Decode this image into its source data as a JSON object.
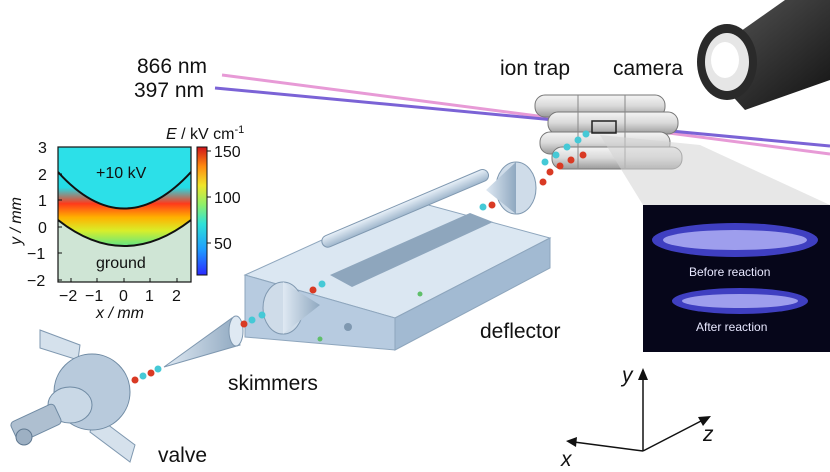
{
  "labels": {
    "laser_866": "866 nm",
    "laser_397": "397 nm",
    "ion_trap": "ion trap",
    "camera": "camera",
    "deflector": "deflector",
    "skimmers": "skimmers",
    "valve": "valve",
    "before_reaction": "Before reaction",
    "after_reaction": "After reaction"
  },
  "inset": {
    "colorbar_title": "E / kV cm",
    "colorbar_title_sup": "-1",
    "colorbar_ticks": [
      "150",
      "100",
      "50"
    ],
    "top_region": "+10 kV",
    "bottom_region": "ground",
    "ylabel": "y / mm",
    "xlabel": "x / mm",
    "yticks": [
      "3",
      "2",
      "1",
      "0",
      "−1",
      "−2"
    ],
    "xticks": [
      "−2",
      "−1",
      "0",
      "1",
      "2"
    ]
  },
  "axes": {
    "x": "x",
    "y": "y",
    "z": "z"
  },
  "colors": {
    "laser_866": "#e79ad6",
    "laser_397": "#7b63d6",
    "molecule_cyan": "#45c9d6",
    "molecule_red": "#d93a24",
    "metal": "#c5d6e6"
  }
}
